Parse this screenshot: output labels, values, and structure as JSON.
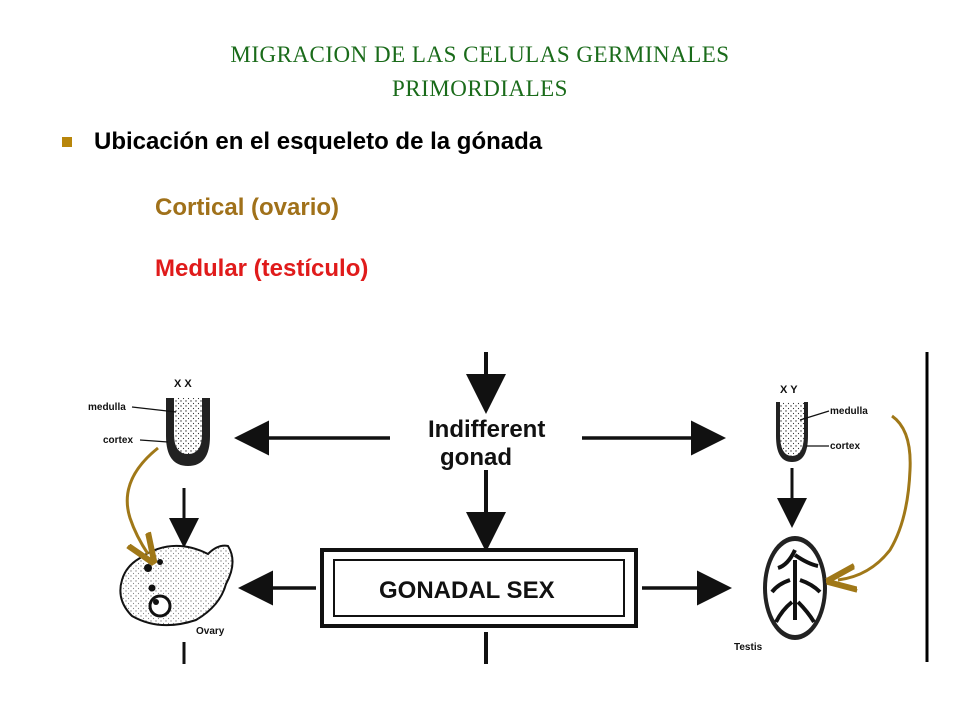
{
  "slide": {
    "title_line1": "MIGRACION DE LAS CELULAS GERMINALES",
    "title_line2": "PRIMORDIALES",
    "bullet": "Ubicación en el esqueleto de la gónada",
    "item_cortical": "Cortical  (ovario)",
    "item_medular": "Medular  (testículo)"
  },
  "diagram": {
    "left_karyotype": "X X",
    "right_karyotype": "X Y",
    "medulla_label_left": "medulla",
    "cortex_label_left": "cortex",
    "medulla_label_right": "medulla",
    "cortex_label_right": "cortex",
    "indifferent_line1": "Indifferent",
    "indifferent_line2": "gonad",
    "gonadal_sex": "GONADAL SEX",
    "ovary_label": "Ovary",
    "testis_label": "Testis"
  },
  "colors": {
    "title": "#1a6b1a",
    "bullet_square": "#b8860b",
    "cortical": "#a0711a",
    "medular": "#e01b1b",
    "migration_arrow": "#a07818"
  }
}
